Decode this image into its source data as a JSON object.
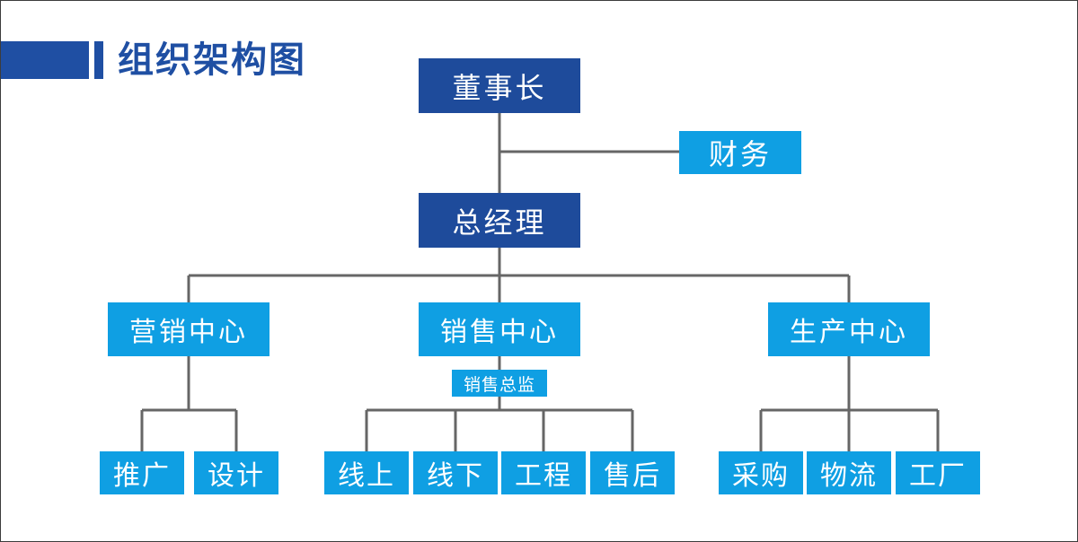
{
  "title": "组织架构图",
  "colors": {
    "dark_node": "#1e4b9b",
    "light_node": "#0f9fe3",
    "title": "#1f4fa3",
    "connector": "#666666"
  },
  "org": {
    "chairman": "董事长",
    "finance": "财务",
    "general_manager": "总经理",
    "centers": [
      {
        "label": "营销中心",
        "children": [
          "推广",
          "设计"
        ]
      },
      {
        "label": "销售中心",
        "note": "销售总监",
        "children": [
          "线上",
          "线下",
          "工程",
          "售后"
        ]
      },
      {
        "label": "生产中心",
        "children": [
          "采购",
          "物流",
          "工厂"
        ]
      }
    ]
  }
}
